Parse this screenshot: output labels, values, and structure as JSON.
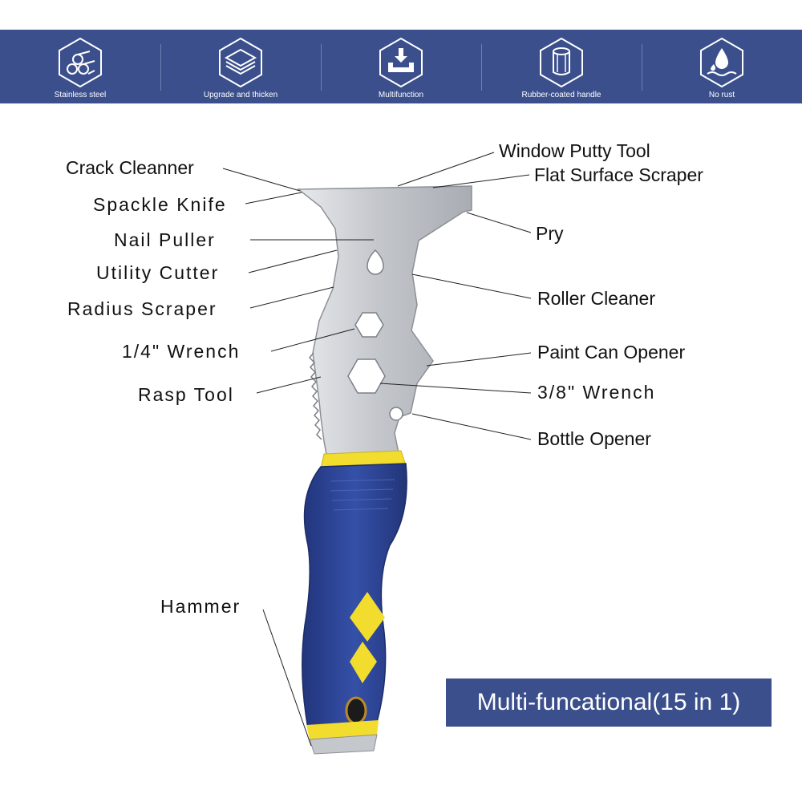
{
  "features": [
    {
      "label": "Stainless steel",
      "icon": "logs-icon"
    },
    {
      "label": "Upgrade and thicken",
      "icon": "layers-icon"
    },
    {
      "label": "Multifunction",
      "icon": "download-tray-icon"
    },
    {
      "label": "Rubber-coated handle",
      "icon": "roll-icon"
    },
    {
      "label": "No rust",
      "icon": "water-drop-icon"
    }
  ],
  "labels": {
    "crack_cleanner": "Crack Cleanner",
    "spackle_knife": "Spackle Knife",
    "nail_puller": "Nail Puller",
    "utility_cutter": "Utility Cutter",
    "radius_scraper": "Radius Scraper",
    "wrench_quarter": "1/4\" Wrench",
    "rasp_tool": "Rasp Tool",
    "hammer": "Hammer",
    "window_putty_tool": "Window Putty Tool",
    "flat_surface_scraper": "Flat Surface Scraper",
    "pry": "Pry",
    "roller_cleaner": "Roller Cleaner",
    "paint_can_opener": "Paint Can Opener",
    "wrench_three_eighths": "3/8\" Wrench",
    "bottle_opener": "Bottle Opener"
  },
  "badge": "Multi-funcational(15 in 1)",
  "colors": {
    "banner": "#3b4f8c",
    "handle": "#2f4596",
    "accent": "#f2dc2e",
    "blade": "#c9ccd1"
  }
}
